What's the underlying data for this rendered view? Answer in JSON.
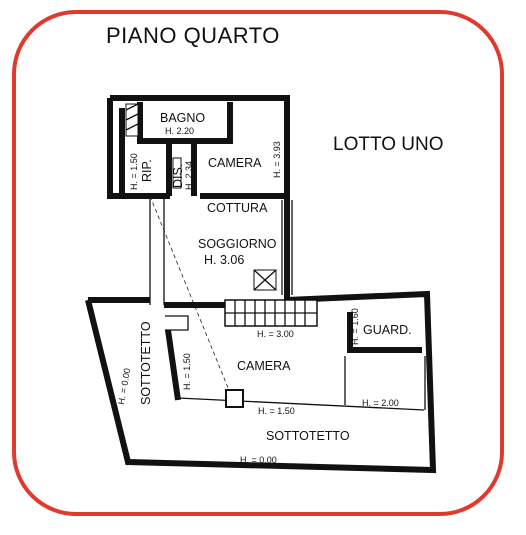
{
  "title": "PIANO QUARTO",
  "lot": "LOTTO UNO",
  "frame_color": "#e03a2f",
  "rooms": {
    "bagno": "BAGNO",
    "bagno_h": "H. 2.20",
    "rip": "RIP.",
    "rip_h": "H. = 1.50",
    "dis": "DIS.",
    "dis_h": "H. 2.34",
    "camera_top": "CAMERA",
    "camera_top_h": "H. = 3.93",
    "cottura": "COTTURA",
    "soggiorno": "SOGGIORNO",
    "soggiorno_h": "H. 3.06",
    "stair_h": "H. = 3.00",
    "guard": "GUARD.",
    "guard_h": "H. = 1.60",
    "sottotetto_left": "SOTTOTETTO",
    "sottotetto_left_h": "H. = 0.00",
    "camera_low": "CAMERA",
    "camera_low_h1": "H. = 1.50",
    "camera_low_h2": "H. = 1.50",
    "camera_low_h3": "H. = 2.00",
    "sottotetto_bottom": "SOTTOTETTO",
    "sottotetto_bottom_h": "H. = 0.00"
  }
}
